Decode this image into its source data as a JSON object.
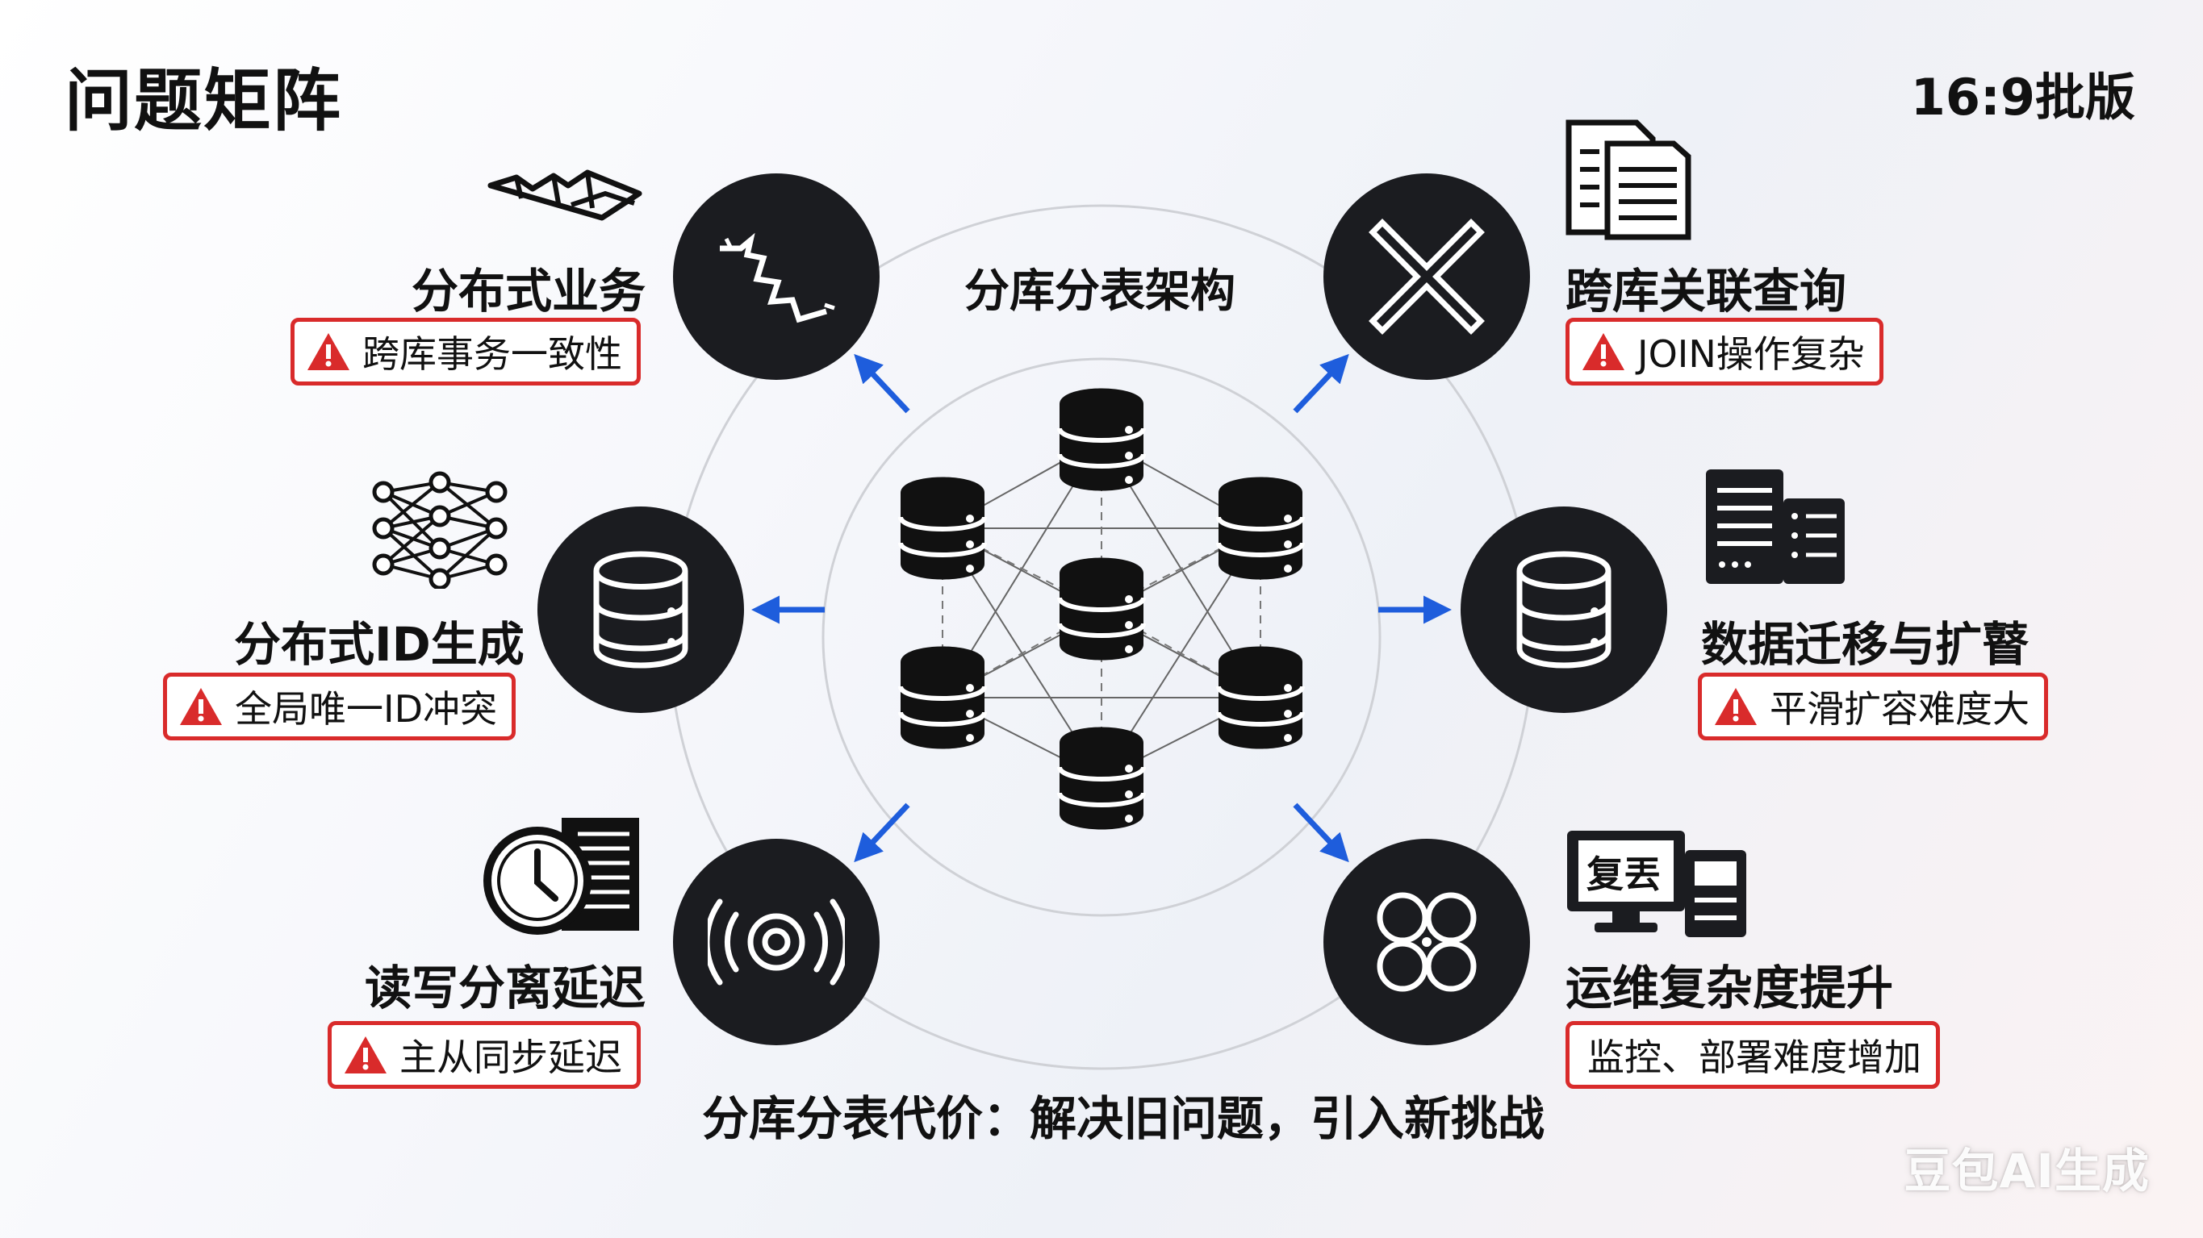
{
  "page": {
    "title": "问题矩阵",
    "badge": "16:9批版",
    "center_label": "分库分表架构",
    "caption": "分库分表代价：解决旧问题，引入新挑战",
    "watermark": "豆包AI生成"
  },
  "nodes": {
    "distributed_business": {
      "label": "分布式业务",
      "warning": "跨库事务一致性",
      "icon": "broken-line-icon",
      "side_icon": "folded-map-icon"
    },
    "distributed_id": {
      "label": "分布式ID生成",
      "warning": "全局唯一ID冲突",
      "icon": "database-icon",
      "side_icon": "neural-network-icon"
    },
    "read_write_split": {
      "label": "读写分离延迟",
      "warning": "主从同步延迟",
      "icon": "radio-waves-icon",
      "side_icon": "clock-document-icon"
    },
    "cross_db_join": {
      "label": "跨库关联查询",
      "warning": "JOIN操作复杂",
      "icon": "cross-x-icon",
      "side_icon": "documents-icon"
    },
    "data_migration": {
      "label": "数据迁移与扩瞽",
      "warning": "平滑扩容难度大",
      "icon": "database-icon",
      "side_icon": "server-rack-icon"
    },
    "ops_complexity": {
      "label": "运维复杂度提升",
      "warning": "监控、部署难度增加",
      "icon": "four-circles-icon",
      "side_icon": "monitor-icon",
      "monitor_text": "复丟"
    }
  },
  "colors": {
    "accent_blue": "#1e5ddc",
    "warn_red": "#d92b2b",
    "node_dark": "#1b1c20"
  }
}
